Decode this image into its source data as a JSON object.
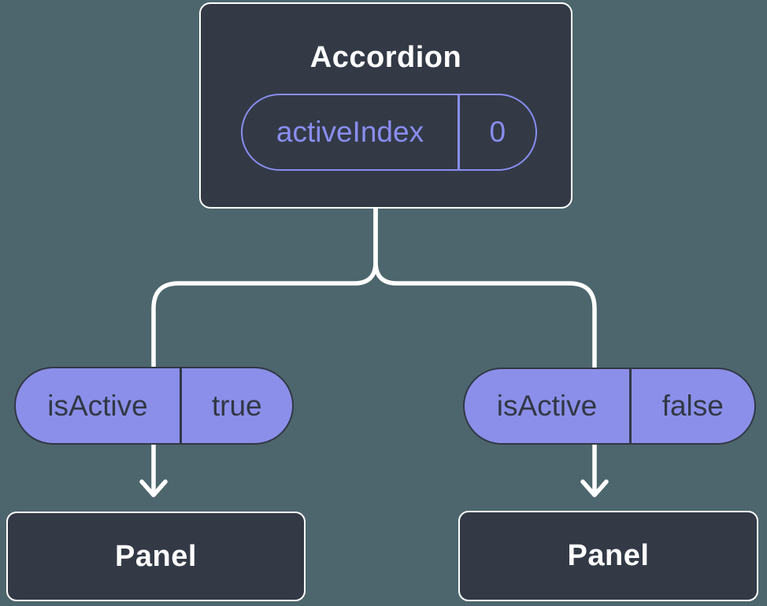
{
  "diagram": {
    "accordion": {
      "title": "Accordion",
      "state_pill": {
        "label": "activeIndex",
        "value": "0"
      }
    },
    "left_branch": {
      "prop_pill": {
        "label": "isActive",
        "value": "true"
      },
      "panel_label": "Panel"
    },
    "right_branch": {
      "prop_pill": {
        "label": "isActive",
        "value": "false"
      },
      "panel_label": "Panel"
    }
  },
  "colors": {
    "background": "#4D666D",
    "node_fill": "#333A46",
    "node_border": "#FFFFFF",
    "pill_fill": "#8B8FE9",
    "pill_border": "#313845",
    "pill_text": "#313845",
    "state_pill_outline": "#8A8DF0",
    "state_pill_text": "#8A8DF0",
    "connector": "#FFFFFF",
    "title_text": "#FFFFFF"
  }
}
